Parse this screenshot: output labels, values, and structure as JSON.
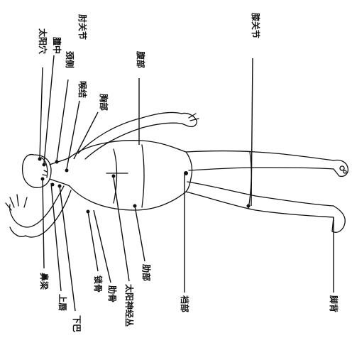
{
  "diagram": {
    "labels": {
      "taiyang": "太阳穴",
      "shanzhong": "膻中",
      "zhouguanjie": "肘关节",
      "jingbu": "颈侧",
      "houjie": "喉结",
      "xiongbu": "胸部",
      "fubu": "腹部",
      "xiguanjie": "膝关节",
      "bizheng": "鼻梁",
      "shangchun": "上唇",
      "xiaba": "下巴",
      "suogu": "锁骨",
      "leigu": "肋骨",
      "taiyangshenjingcong": "太阳神经丛",
      "leibu": "肋部",
      "dangbu": "裆部",
      "jiaobei": "脚背"
    }
  }
}
